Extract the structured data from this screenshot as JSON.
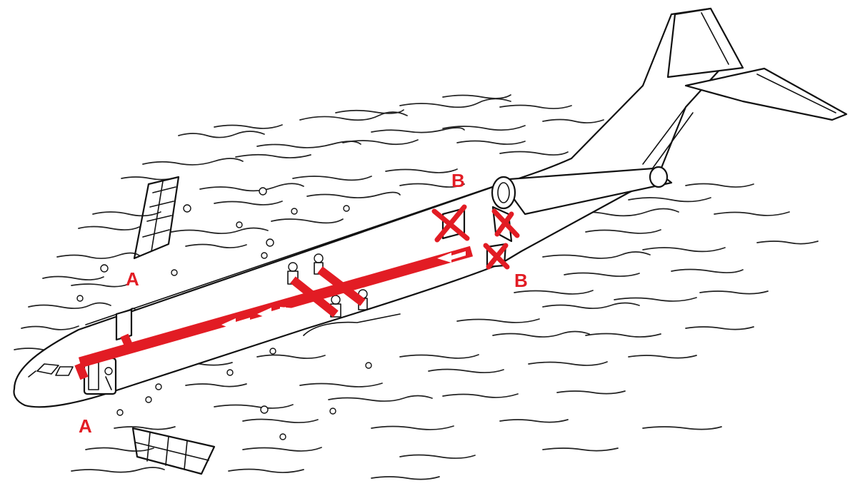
{
  "labels": {
    "exit_a_forward_top": "A",
    "exit_a_forward_bottom": "A",
    "exit_b_aft_top": "B",
    "exit_b_aft_right": "B"
  },
  "colors": {
    "evacuation_path": "#e21c24",
    "ink": "#111111",
    "background": "#ffffff"
  }
}
